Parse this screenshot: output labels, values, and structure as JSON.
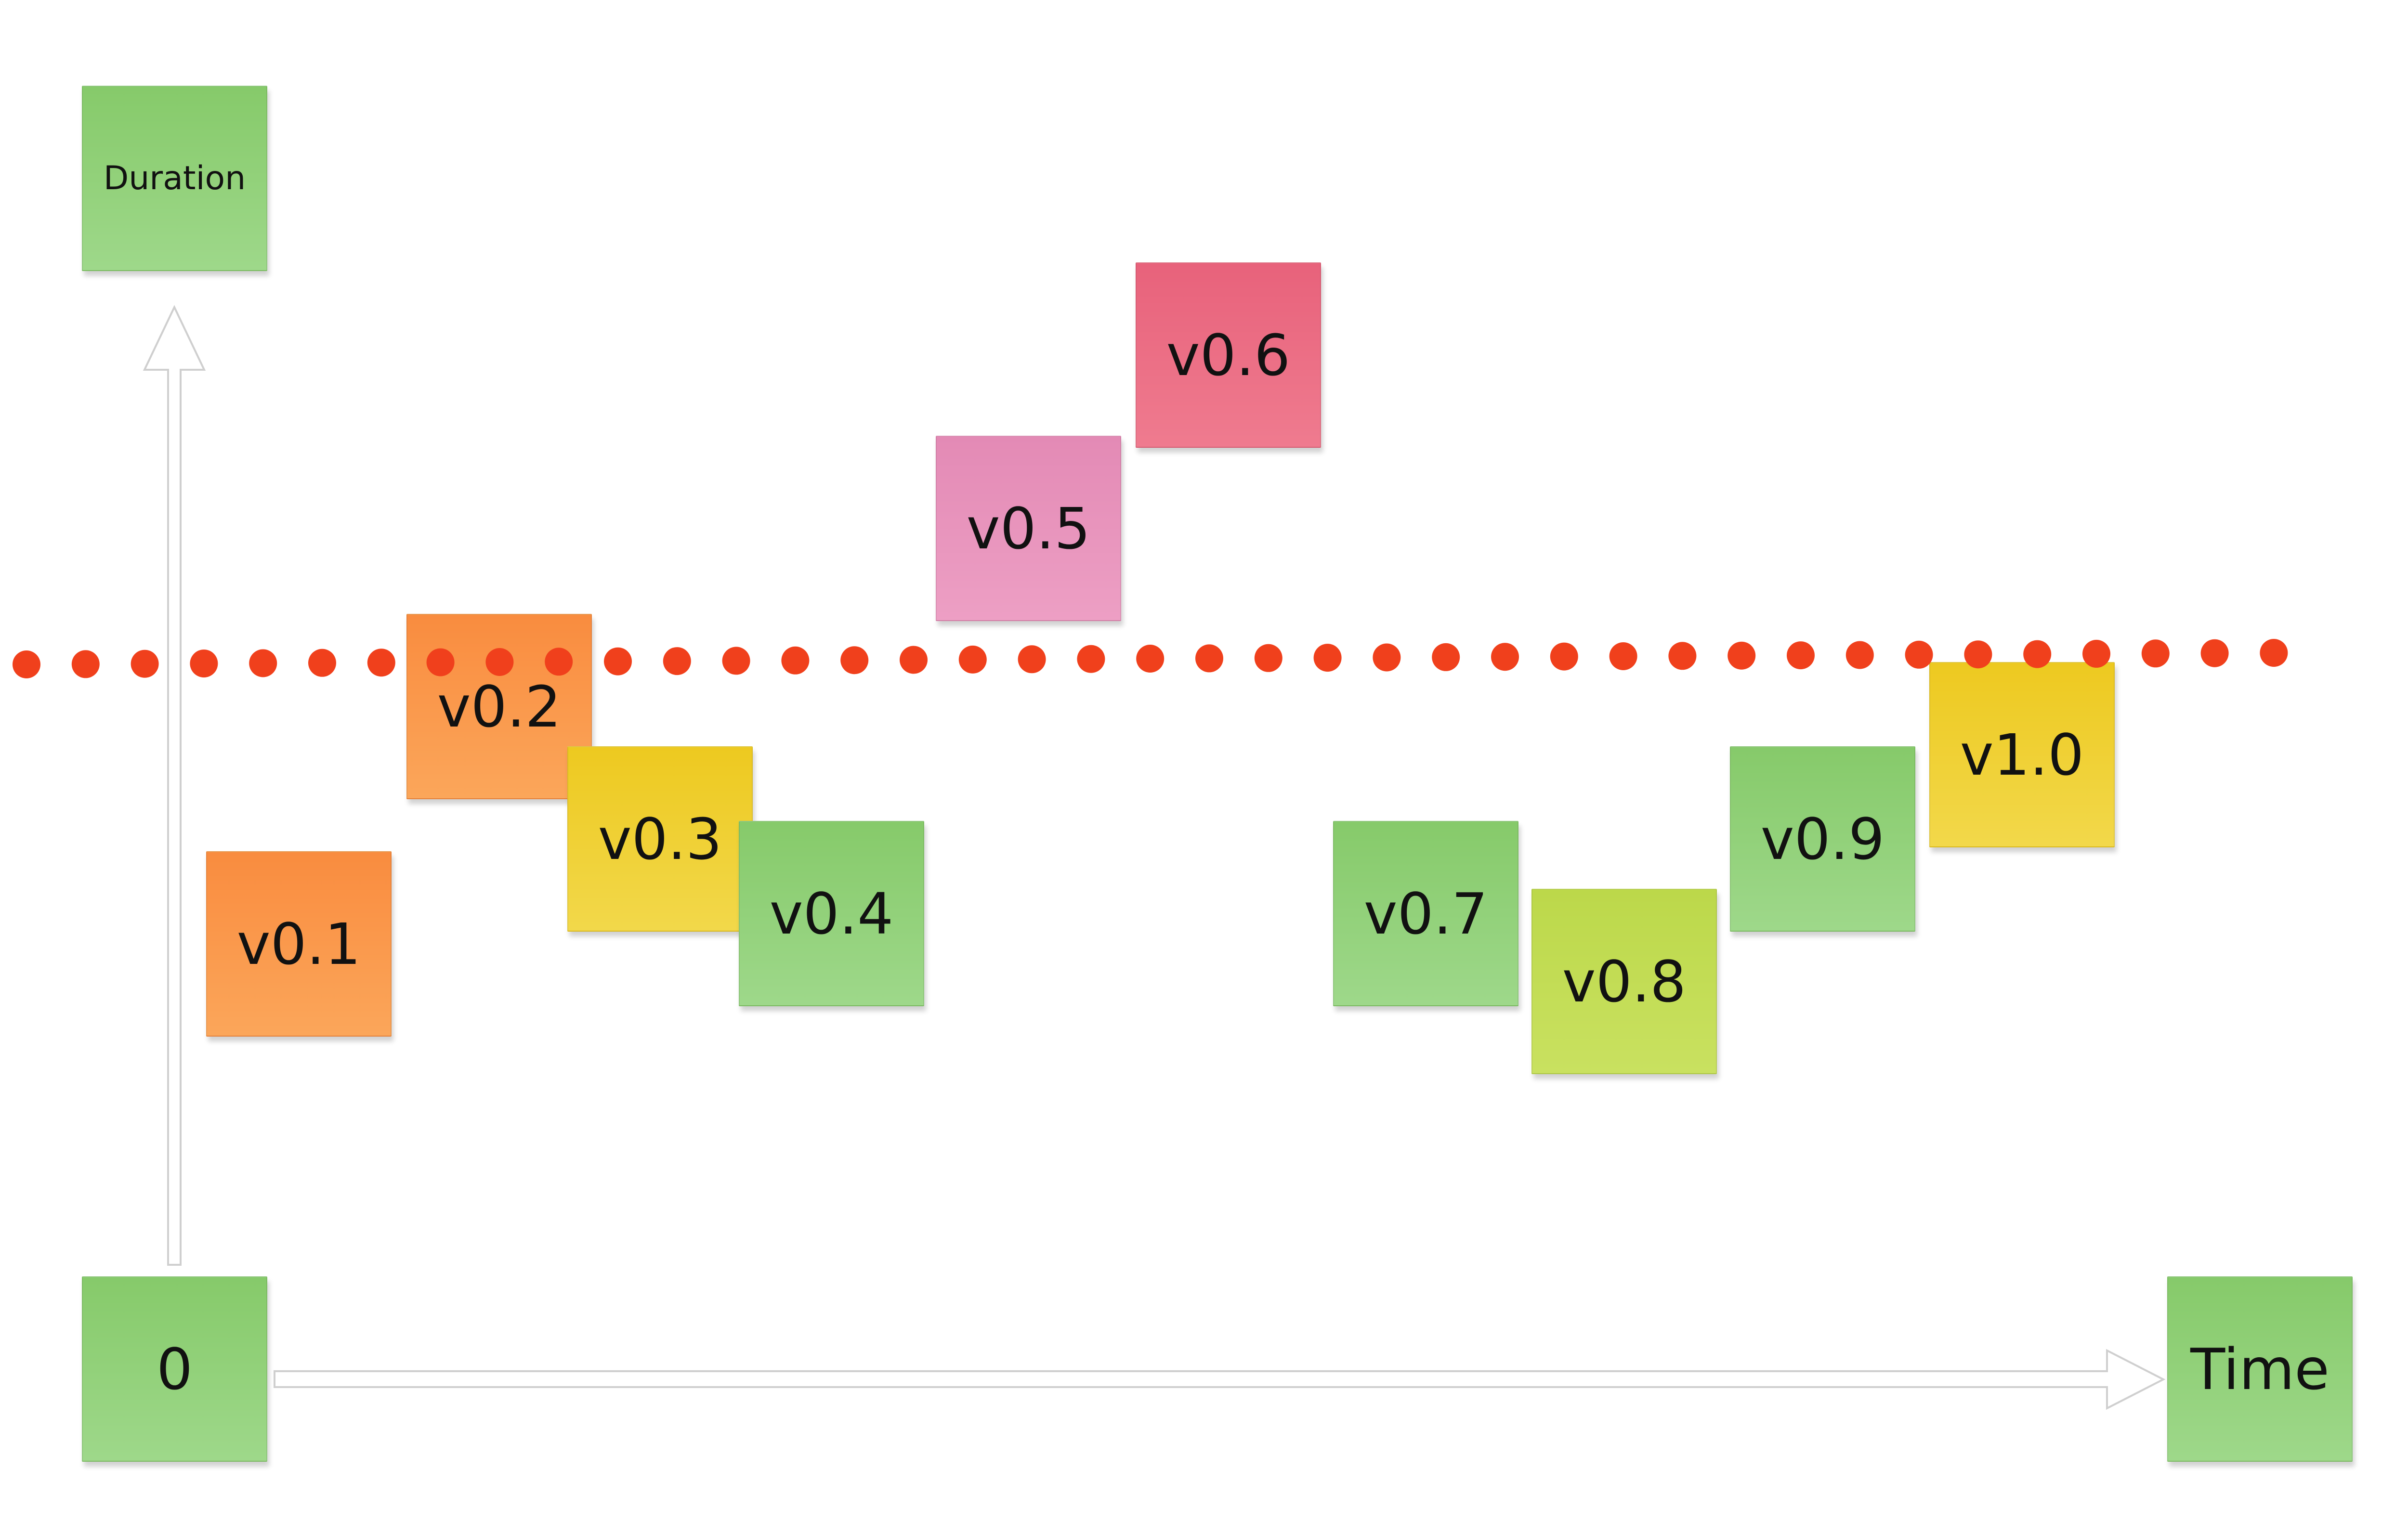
{
  "axes": {
    "y_label": "Duration",
    "x_label": "Time",
    "origin_label": "0"
  },
  "threshold_line": {
    "style": "dotted",
    "color": "#f0401c"
  },
  "notes": [
    {
      "label": "v0.1",
      "color_name": "orange",
      "color": "#f98c3f"
    },
    {
      "label": "v0.2",
      "color_name": "orange",
      "color": "#f98c3f"
    },
    {
      "label": "v0.3",
      "color_name": "yellow",
      "color": "#edc920"
    },
    {
      "label": "v0.4",
      "color_name": "green",
      "color": "#86ca6a"
    },
    {
      "label": "v0.5",
      "color_name": "pink",
      "color": "#e38ab5"
    },
    {
      "label": "v0.6",
      "color_name": "red",
      "color": "#e8627b"
    },
    {
      "label": "v0.7",
      "color_name": "green",
      "color": "#86ca6a"
    },
    {
      "label": "v0.8",
      "color_name": "lime",
      "color": "#bcd84a"
    },
    {
      "label": "v0.9",
      "color_name": "green",
      "color": "#86ca6a"
    },
    {
      "label": "v1.0",
      "color_name": "yellow",
      "color": "#edc920"
    }
  ]
}
